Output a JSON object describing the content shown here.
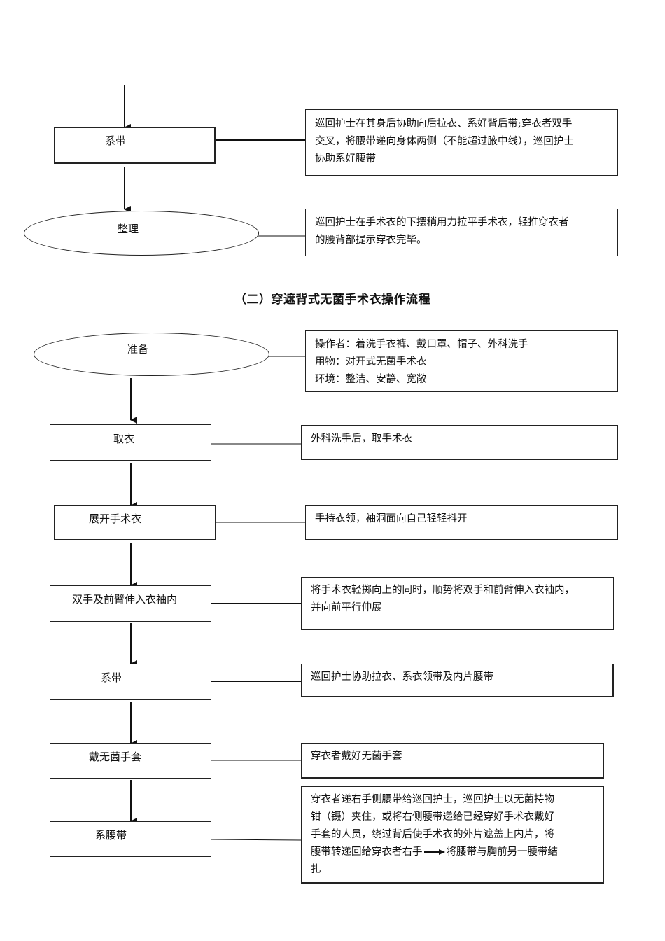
{
  "section1": {
    "step_tie": "系带",
    "step_tie_note": [
      "巡回护士在其身后协助向后拉衣、系好背后带;穿衣者双手",
      "交叉，将腰带递向身体两侧（不能超过腋中线），巡回护士",
      "协助系好腰带"
    ],
    "step_tidy": "整理",
    "step_tidy_note": [
      "巡回护士在手术衣的下摆稍用力拉平手术衣，轻推穿衣者",
      "的腰背部提示穿衣完毕。"
    ]
  },
  "section2": {
    "title": "（二）穿遮背式无菌手术衣操作流程",
    "prepare": "准备",
    "prepare_note": [
      "操作者：着洗手衣裤、戴口罩、帽子、外科洗手",
      "用物：对开式无菌手术衣",
      "环境：整洁、安静、宽敞"
    ],
    "take": "取衣",
    "take_note": "外科洗手后，取手术衣",
    "unfold": "展开手术衣",
    "unfold_note": "手持衣领，袖洞面向自己轻轻抖开",
    "sleeves": "双手及前臂伸入衣袖内",
    "sleeves_note": [
      "将手术衣轻掷向上的同时，顺势将双手和前臂伸入衣袖内，",
      "并向前平行伸展"
    ],
    "tie": "系带",
    "tie_note": "巡回护士协助拉衣、系衣领带及内片腰带",
    "gloves": "戴无菌手套",
    "gloves_note": "穿衣者戴好无菌手套",
    "waist": "系腰带",
    "waist_note_lines": [
      "穿衣者递右手侧腰带给巡回护士，巡回护士以无菌持物",
      "钳（镊）夹住，或将右侧腰带递给已经穿好手术衣戴好",
      "手套的人员，绕过背后使手术衣的外片遮盖上内片，将"
    ],
    "waist_note_line4_a": "腰带转递回给穿衣者右手",
    "waist_note_line4_b": "将腰带与胸前另一腰带结",
    "waist_note_line5": "扎"
  }
}
